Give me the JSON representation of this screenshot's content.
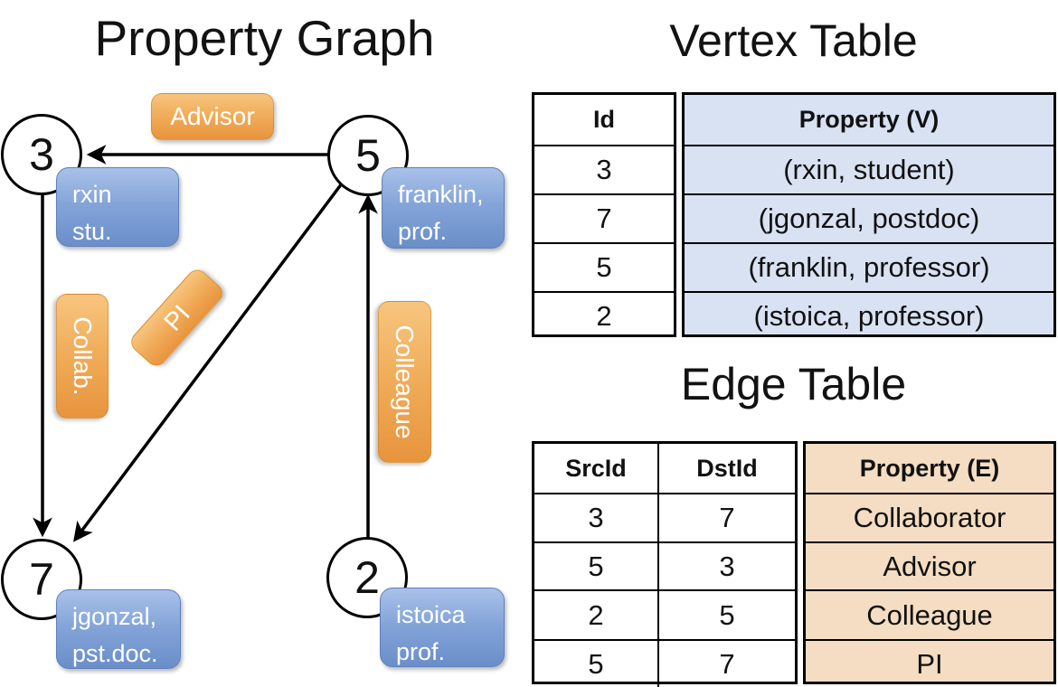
{
  "titles": {
    "property_graph": "Property Graph",
    "vertex_table": "Vertex Table",
    "edge_table": "Edge Table"
  },
  "graph": {
    "vertices": [
      {
        "id": "3",
        "line1": "rxin",
        "line2": "stu."
      },
      {
        "id": "5",
        "line1": "franklin,",
        "line2": "prof."
      },
      {
        "id": "7",
        "line1": "jgonzal,",
        "line2": "pst.doc."
      },
      {
        "id": "2",
        "line1": "istoica",
        "line2": "prof."
      }
    ],
    "edge_labels": [
      {
        "key": "advisor",
        "label": "Advisor"
      },
      {
        "key": "collab",
        "label": "Collab."
      },
      {
        "key": "pi",
        "label": "PI"
      },
      {
        "key": "colleague",
        "label": "Colleague"
      }
    ],
    "edges": [
      {
        "src": "5",
        "dst": "3",
        "label": "Advisor"
      },
      {
        "src": "3",
        "dst": "7",
        "label": "Collaborator"
      },
      {
        "src": "5",
        "dst": "7",
        "label": "PI"
      },
      {
        "src": "2",
        "dst": "5",
        "label": "Colleague"
      }
    ]
  },
  "vertex_table": {
    "headers": {
      "id": "Id",
      "property": "Property (V)"
    },
    "rows": [
      {
        "id": "3",
        "property": "(rxin, student)"
      },
      {
        "id": "7",
        "property": "(jgonzal, postdoc)"
      },
      {
        "id": "5",
        "property": "(franklin, professor)"
      },
      {
        "id": "2",
        "property": "(istoica, professor)"
      }
    ]
  },
  "edge_table": {
    "headers": {
      "src": "SrcId",
      "dst": "DstId",
      "property": "Property (E)"
    },
    "rows": [
      {
        "src": "3",
        "dst": "7",
        "property": "Collaborator"
      },
      {
        "src": "5",
        "dst": "3",
        "property": "Advisor"
      },
      {
        "src": "2",
        "dst": "5",
        "property": "Colleague"
      },
      {
        "src": "5",
        "dst": "7",
        "property": "PI"
      }
    ]
  },
  "colors": {
    "vertex_box_blue": "#7b9cd4",
    "edge_box_orange": "#eda24f",
    "vertex_table_fill": "#d9e2f3",
    "edge_table_fill": "#f4ddc2",
    "line_black": "#000000"
  }
}
